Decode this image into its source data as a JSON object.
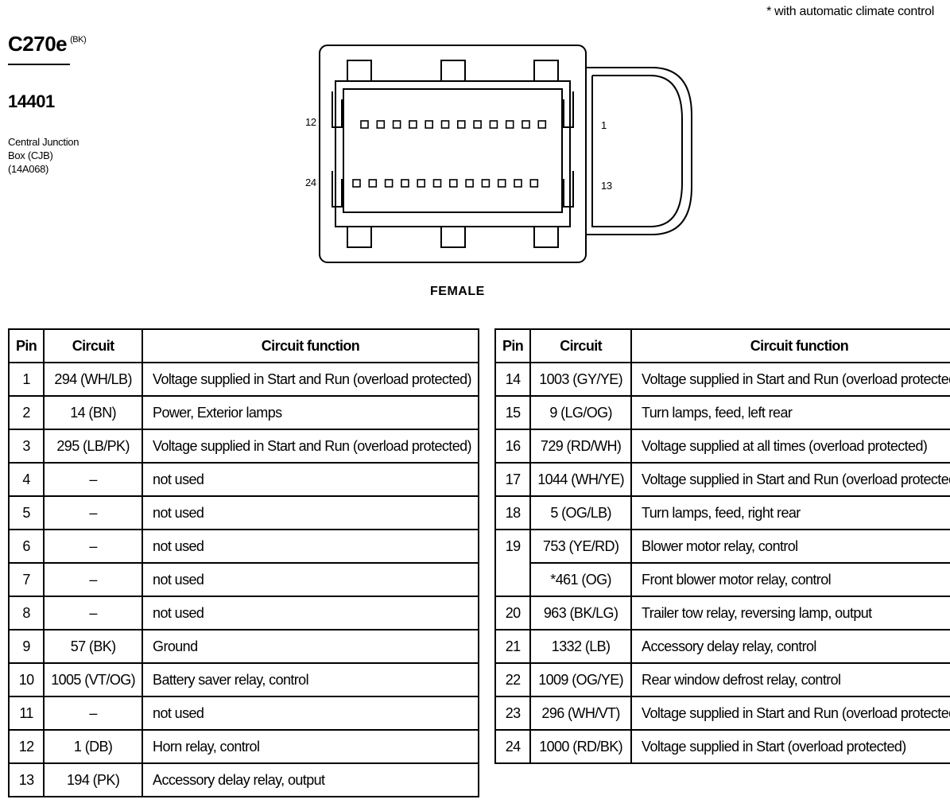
{
  "note": "*   with automatic climate control",
  "connector": {
    "id": "C270e",
    "color_code": "(BK)",
    "part_number": "14401",
    "description": "Central Junction\nBox (CJB)\n(14A068)",
    "gender_label": "FEMALE",
    "pin_labels": {
      "top_left": "12",
      "bottom_left": "24",
      "top_right": "1",
      "bottom_right": "13"
    }
  },
  "table_headers": {
    "pin": "Pin",
    "circuit": "Circuit",
    "function": "Circuit function"
  },
  "left_table": [
    {
      "pin": "1",
      "circuit": "294 (WH/LB)",
      "function": "Voltage supplied in Start and Run (overload protected)"
    },
    {
      "pin": "2",
      "circuit": "14 (BN)",
      "function": "Power, Exterior lamps"
    },
    {
      "pin": "3",
      "circuit": "295 (LB/PK)",
      "function": "Voltage supplied in Start and Run (overload protected)"
    },
    {
      "pin": "4",
      "circuit": "–",
      "function": "not used"
    },
    {
      "pin": "5",
      "circuit": "–",
      "function": "not used"
    },
    {
      "pin": "6",
      "circuit": "–",
      "function": "not used"
    },
    {
      "pin": "7",
      "circuit": "–",
      "function": "not used"
    },
    {
      "pin": "8",
      "circuit": "–",
      "function": "not used"
    },
    {
      "pin": "9",
      "circuit": "57 (BK)",
      "function": "Ground"
    },
    {
      "pin": "10",
      "circuit": "1005 (VT/OG)",
      "function": "Battery saver relay, control"
    },
    {
      "pin": "11",
      "circuit": "–",
      "function": "not used"
    },
    {
      "pin": "12",
      "circuit": "1 (DB)",
      "function": "Horn relay, control"
    },
    {
      "pin": "13",
      "circuit": "194 (PK)",
      "function": "Accessory delay relay, output"
    }
  ],
  "right_table": [
    {
      "pin": "14",
      "circuit": "1003 (GY/YE)",
      "function": "Voltage supplied in Start and Run (overload protected)"
    },
    {
      "pin": "15",
      "circuit": "9 (LG/OG)",
      "function": "Turn lamps, feed, left rear"
    },
    {
      "pin": "16",
      "circuit": "729 (RD/WH)",
      "function": "Voltage supplied at all times (overload protected)"
    },
    {
      "pin": "17",
      "circuit": "1044 (WH/YE)",
      "function": "Voltage supplied in Start and Run (overload protected)"
    },
    {
      "pin": "18",
      "circuit": "5 (OG/LB)",
      "function": "Turn lamps, feed, right rear"
    },
    {
      "pin": "19",
      "circuit": "753 (YE/RD)",
      "function": "Blower motor relay, control"
    },
    {
      "pin": "",
      "circuit": "*461 (OG)",
      "function": "Front blower motor relay, control"
    },
    {
      "pin": "20",
      "circuit": "963 (BK/LG)",
      "function": "Trailer tow relay, reversing lamp, output"
    },
    {
      "pin": "21",
      "circuit": "1332 (LB)",
      "function": "Accessory delay relay, control"
    },
    {
      "pin": "22",
      "circuit": "1009 (OG/YE)",
      "function": "Rear window defrost relay, control"
    },
    {
      "pin": "23",
      "circuit": "296 (WH/VT)",
      "function": "Voltage supplied in Start and Run (overload protected)"
    },
    {
      "pin": "24",
      "circuit": "1000 (RD/BK)",
      "function": "Voltage supplied in Start (overload protected)"
    }
  ]
}
